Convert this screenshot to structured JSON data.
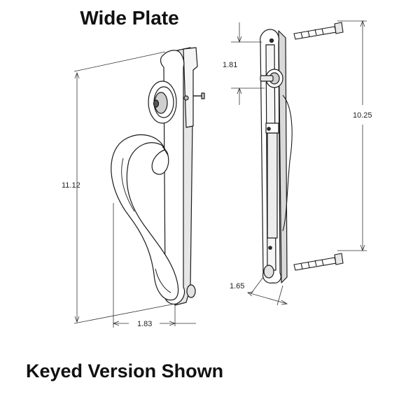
{
  "title": "Wide Plate",
  "caption": "Keyed Version Shown",
  "dimensions": {
    "overall_height": "11.12",
    "handle_projection": "1.83",
    "cylinder_offset": "1.81",
    "screw_spacing": "10.25",
    "plate_width": "1.65"
  },
  "colors": {
    "line": "#1a1a1a",
    "face": "#ffffff",
    "shade": "#9a9a9a"
  }
}
